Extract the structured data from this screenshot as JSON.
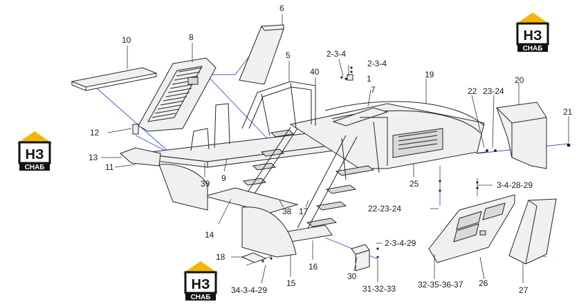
{
  "logo": {
    "mark": "НЗ",
    "caption": "СНАБ",
    "colors": {
      "roof": "#f2b705",
      "frame": "#111111",
      "text_bg": "#111111",
      "text": "#ffffff"
    }
  },
  "labels": [
    {
      "id": "6",
      "text": "6"
    },
    {
      "id": "10",
      "text": "10"
    },
    {
      "id": "8",
      "text": "8"
    },
    {
      "id": "5",
      "text": "5"
    },
    {
      "id": "2-3-4a",
      "text": "2-3-4"
    },
    {
      "id": "2-3-4b",
      "text": "2-3-4"
    },
    {
      "id": "1",
      "text": "1"
    },
    {
      "id": "40",
      "text": "40"
    },
    {
      "id": "7",
      "text": "7"
    },
    {
      "id": "19",
      "text": "19"
    },
    {
      "id": "20",
      "text": "20"
    },
    {
      "id": "22",
      "text": "22"
    },
    {
      "id": "23-24",
      "text": "23-24"
    },
    {
      "id": "21",
      "text": "21"
    },
    {
      "id": "12",
      "text": "12"
    },
    {
      "id": "13",
      "text": "13"
    },
    {
      "id": "11",
      "text": "11"
    },
    {
      "id": "39",
      "text": "39"
    },
    {
      "id": "9",
      "text": "9"
    },
    {
      "id": "25",
      "text": "25"
    },
    {
      "id": "3-4-28-29",
      "text": "3-4-28-29"
    },
    {
      "id": "38",
      "text": "38"
    },
    {
      "id": "17",
      "text": "17"
    },
    {
      "id": "22-23-24",
      "text": "22-23-24"
    },
    {
      "id": "14",
      "text": "14"
    },
    {
      "id": "2-3-4-29",
      "text": "2-3-4-29"
    },
    {
      "id": "18",
      "text": "18"
    },
    {
      "id": "16",
      "text": "16"
    },
    {
      "id": "30",
      "text": "30"
    },
    {
      "id": "34-3-4-29",
      "text": "34-3-4-29"
    },
    {
      "id": "15",
      "text": "15"
    },
    {
      "id": "31-32-33",
      "text": "31-32-33"
    },
    {
      "id": "32-35-36-37",
      "text": "32-35-36-37"
    },
    {
      "id": "26",
      "text": "26"
    },
    {
      "id": "27",
      "text": "27"
    }
  ],
  "colors": {
    "line": "#222222",
    "leader_blue": "#3a4fd8",
    "panel_fill": "#f0f0f0"
  }
}
